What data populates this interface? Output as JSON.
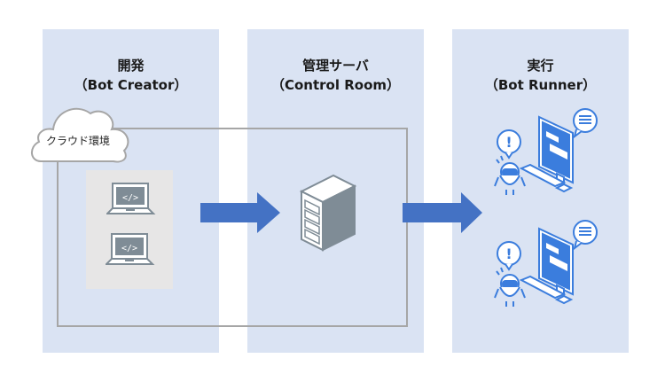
{
  "columns": [
    {
      "title_line1": "開発",
      "title_line2": "（Bot Creator）"
    },
    {
      "title_line1": "管理サーバ",
      "title_line2": "（Control Room）"
    },
    {
      "title_line1": "実行",
      "title_line2": "（Bot Runner）"
    }
  ],
  "cloud": {
    "label": "クラウド環境"
  },
  "icons": {
    "laptop_code_text": "</>",
    "alert_glyph": "!"
  },
  "colors": {
    "column_bg": "#dae3f3",
    "arrow": "#4472c4",
    "frame": "#a6a6a6",
    "dev_box": "#e7e6e6",
    "icon_gray": "#7f8c96",
    "robot_blue": "#3b7ddd"
  }
}
